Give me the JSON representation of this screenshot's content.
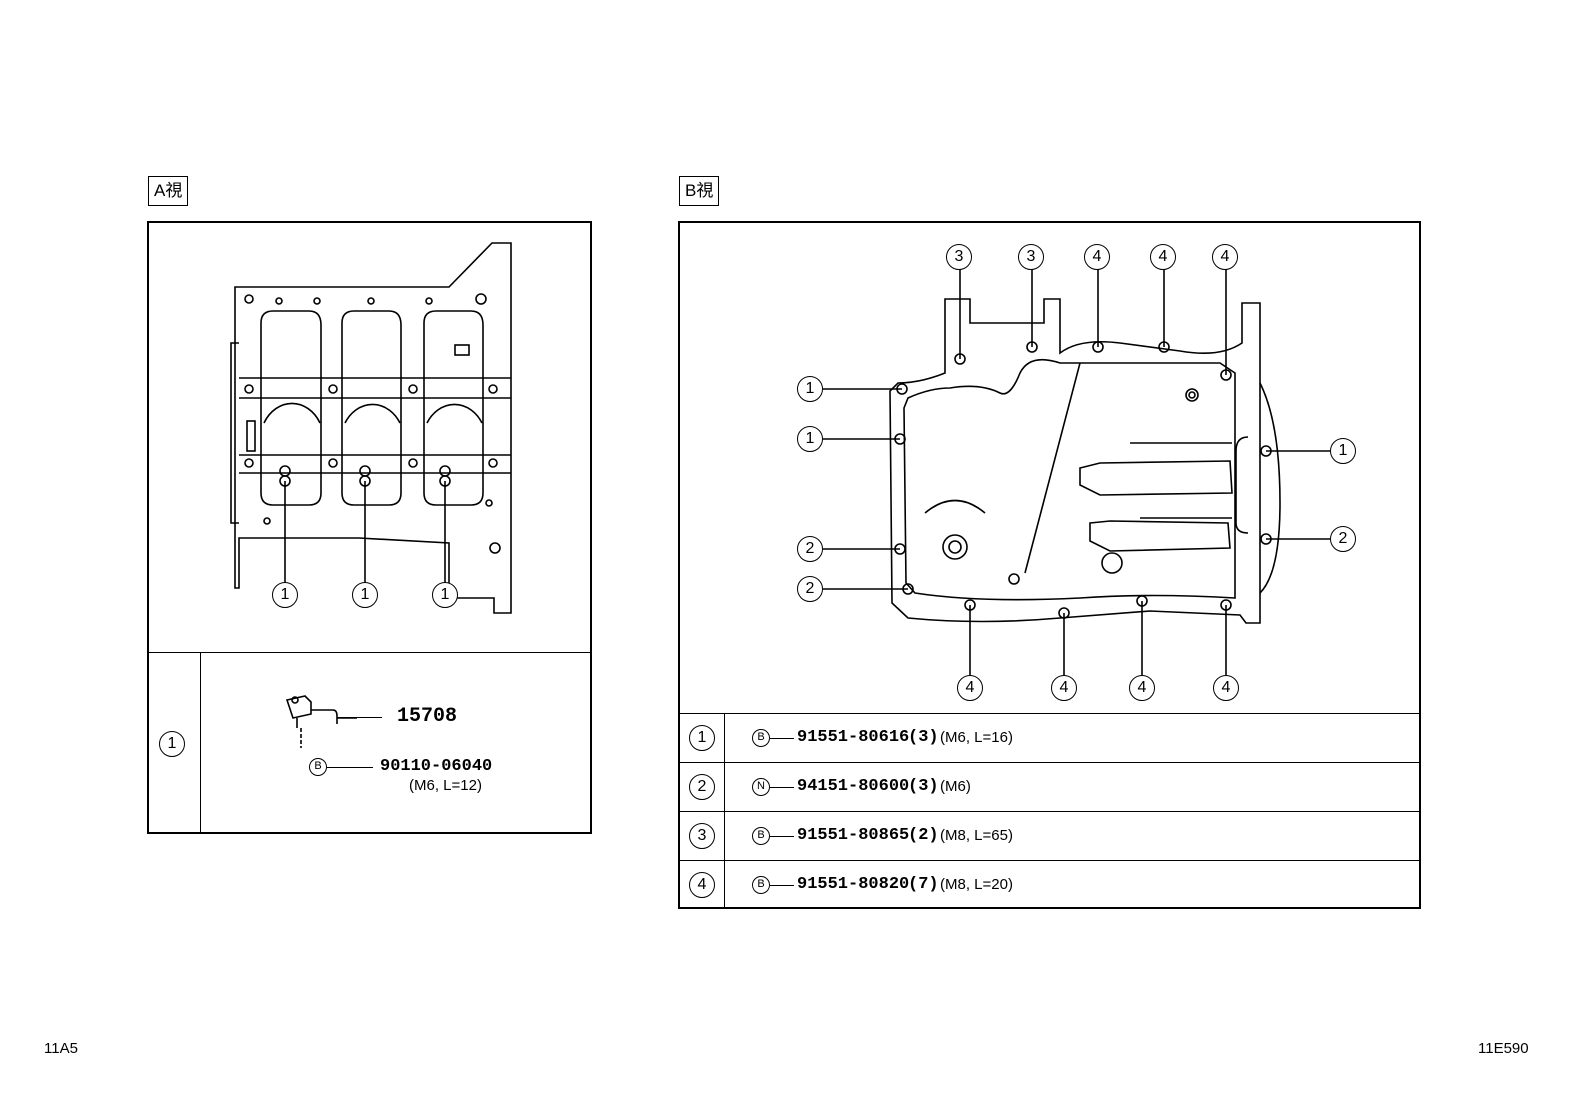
{
  "view_a": {
    "label": "A視",
    "callouts": [
      "1",
      "1",
      "1"
    ],
    "detail": {
      "index": "1",
      "part_main": "15708",
      "bolt_marker": "B",
      "bolt_part": "90110-06040",
      "bolt_spec": "(M6, L=12)"
    }
  },
  "view_b": {
    "label": "B視",
    "callouts": {
      "top": [
        "3",
        "3",
        "4",
        "4",
        "4"
      ],
      "left": [
        "1",
        "1",
        "2",
        "2"
      ],
      "right": [
        "1",
        "2"
      ],
      "bottom": [
        "4",
        "4",
        "4",
        "4"
      ]
    },
    "legend": [
      {
        "index": "1",
        "marker": "B",
        "part": "91551-80616",
        "qty": "(3)",
        "spec": "(M6, L=16)"
      },
      {
        "index": "2",
        "marker": "N",
        "part": "94151-80600",
        "qty": "(3)",
        "spec": "(M6)"
      },
      {
        "index": "3",
        "marker": "B",
        "part": "91551-80865",
        "qty": "(2)",
        "spec": "(M8, L=65)"
      },
      {
        "index": "4",
        "marker": "B",
        "part": "91551-80820",
        "qty": "(7)",
        "spec": "(M8, L=20)"
      }
    ]
  },
  "footer": {
    "left_code": "11A5",
    "right_code": "11E590"
  }
}
